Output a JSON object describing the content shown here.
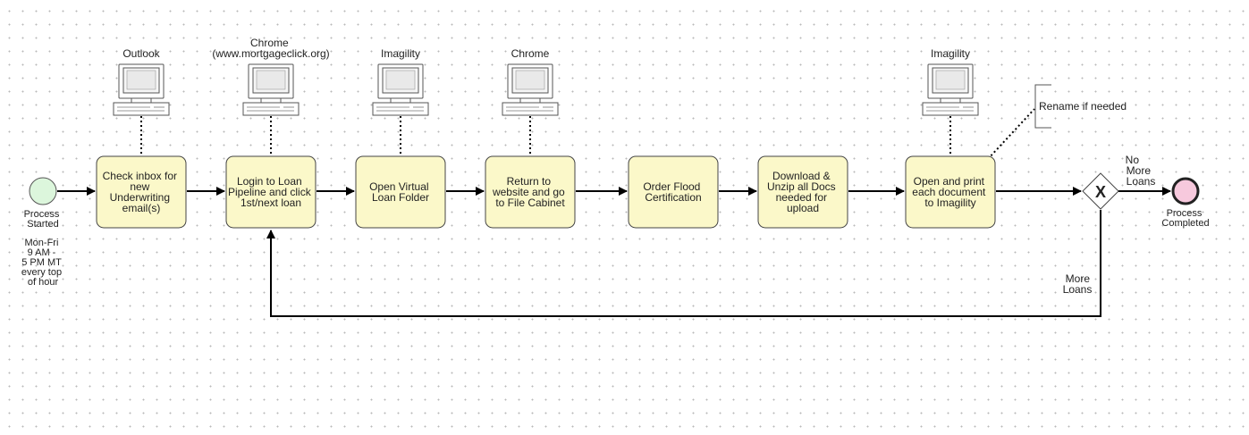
{
  "events": {
    "start": {
      "label_lines": [
        "Process",
        "Started"
      ],
      "note_lines": [
        "Mon-Fri",
        "9 AM -",
        "5 PM MT",
        "every top",
        "of hour"
      ],
      "color": "#dcf6dc"
    },
    "end": {
      "label_lines": [
        "Process",
        "Completed"
      ],
      "color": "#f7c9dd"
    }
  },
  "tasks": [
    {
      "lines": [
        "Check inbox for",
        "new",
        "Underwriting",
        "email(s)"
      ]
    },
    {
      "lines": [
        "Login to Loan",
        "Pipeline and click",
        "1st/next loan"
      ]
    },
    {
      "lines": [
        "Open Virtual",
        "Loan Folder"
      ]
    },
    {
      "lines": [
        "Return to",
        "website and go",
        "to File Cabinet"
      ]
    },
    {
      "lines": [
        "Order Flood",
        "Certification"
      ]
    },
    {
      "lines": [
        "Download &",
        "Unzip all Docs",
        "needed for",
        "upload"
      ]
    },
    {
      "lines": [
        "Open and print",
        "each document",
        "to Imagility"
      ]
    }
  ],
  "systems": [
    {
      "lines": [
        "Outlook"
      ]
    },
    {
      "lines": [
        "Chrome",
        "(www.mortgageclick.org)"
      ]
    },
    {
      "lines": [
        "Imagility"
      ]
    },
    {
      "lines": [
        "Chrome"
      ]
    },
    {
      "lines": [
        "Imagility"
      ]
    }
  ],
  "annotation": {
    "text": "Rename if needed"
  },
  "gateway": {
    "symbol": "X",
    "no_branch_lines": [
      "No",
      "More",
      "Loans"
    ],
    "yes_branch_lines": [
      "More",
      "Loans"
    ]
  },
  "icons": {
    "system": "computer-icon",
    "gateway": "exclusive-gateway-icon"
  },
  "colors": {
    "task_fill": "#fbf8c9",
    "task_stroke": "#444444",
    "flow": "#000000"
  }
}
